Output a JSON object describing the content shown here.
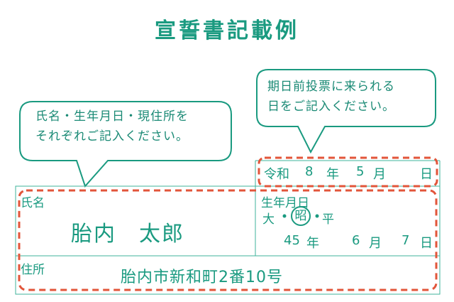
{
  "title": "宣誓書記載例",
  "bubble_left": {
    "line1": "氏名・生年月日・現住所を",
    "line2": "それぞれご記入ください。"
  },
  "bubble_right": {
    "line1": "期日前投票に来られる",
    "line2": "日をご記入ください。"
  },
  "vote_date": {
    "era": "令和",
    "year": "8",
    "year_unit": "年",
    "month": "5",
    "month_unit": "月",
    "day_unit": "日"
  },
  "name_section": {
    "label": "氏名",
    "value": "胎内　太郎"
  },
  "birth_section": {
    "label": "生年月日",
    "era_options": [
      "大",
      "昭",
      "平"
    ],
    "era_selected": "昭",
    "year": "45",
    "year_unit": "年",
    "month": "6",
    "month_unit": "月",
    "day": "7",
    "day_unit": "日"
  },
  "address_section": {
    "label": "住所",
    "value": "胎内市新和町2番10号"
  },
  "colors": {
    "accent": "#1a9a80",
    "highlight": "#e2553a"
  }
}
